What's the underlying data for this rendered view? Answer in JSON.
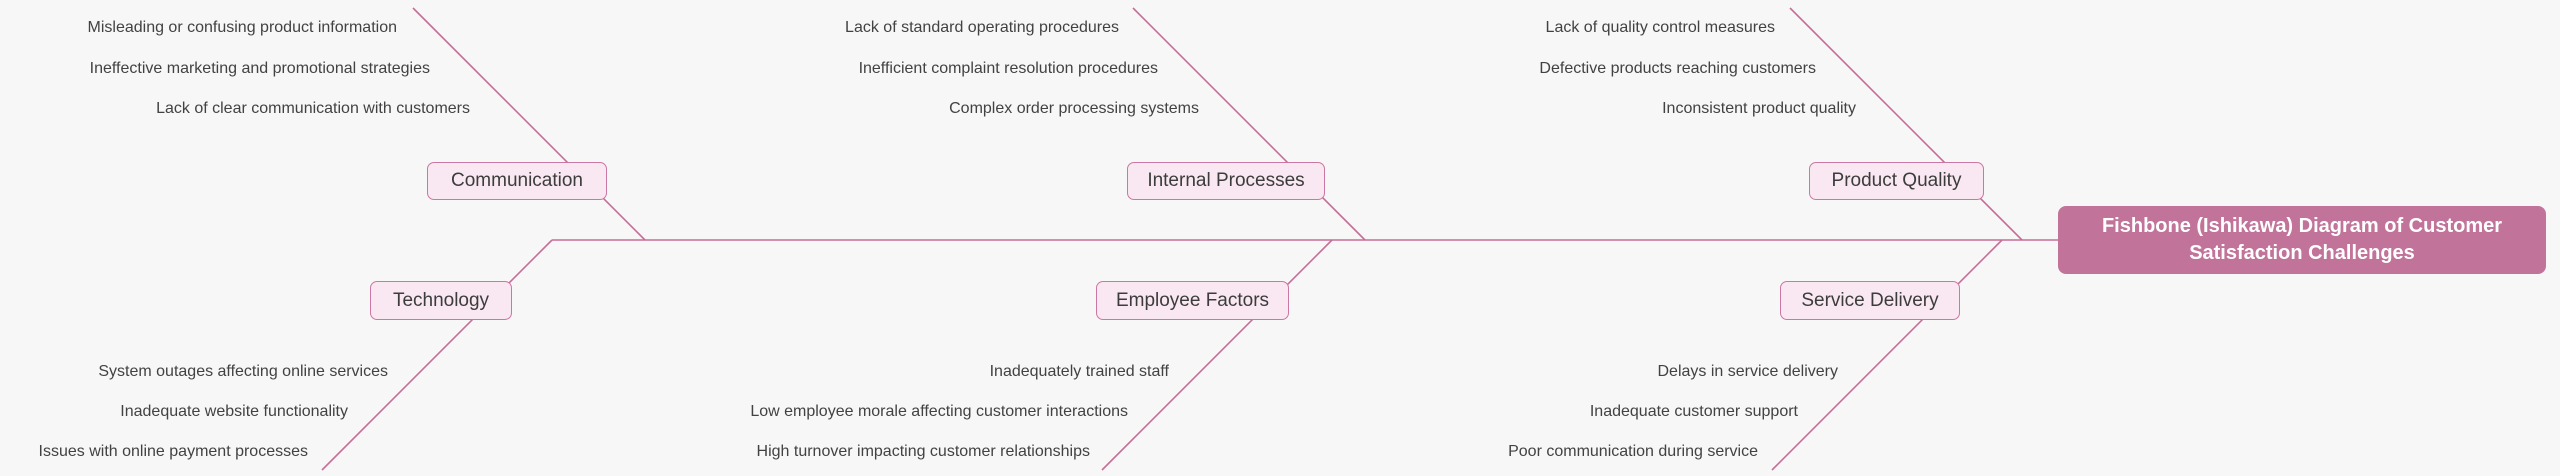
{
  "diagram": {
    "type": "fishbone-ishikawa",
    "title": "Fishbone (Ishikawa) Diagram of Customer Satisfaction Challenges",
    "groups": [
      {
        "label": "Communication",
        "position": "top-left",
        "causes": [
          "Misleading or confusing product information",
          "Ineffective marketing and promotional strategies",
          "Lack of clear communication with customers"
        ]
      },
      {
        "label": "Internal Processes",
        "position": "top-middle",
        "causes": [
          "Lack of standard operating procedures",
          "Inefficient complaint resolution procedures",
          "Complex order processing systems"
        ]
      },
      {
        "label": "Product Quality",
        "position": "top-right",
        "causes": [
          "Lack of quality control measures",
          "Defective products reaching customers",
          "Inconsistent product quality"
        ]
      },
      {
        "label": "Technology",
        "position": "bottom-left",
        "causes": [
          "System outages affecting online services",
          "Inadequate website functionality",
          "Issues with online payment processes"
        ]
      },
      {
        "label": "Employee Factors",
        "position": "bottom-middle",
        "causes": [
          "Inadequately trained staff",
          "Low employee morale affecting customer interactions",
          "High turnover impacting customer relationships"
        ]
      },
      {
        "label": "Service Delivery",
        "position": "bottom-right",
        "causes": [
          "Delays in service delivery",
          "Inadequate customer support",
          "Poor communication during service"
        ]
      }
    ]
  },
  "colors": {
    "background": "#f8f7f7",
    "line": "#c56f96",
    "category_fill": "#f9e8f2",
    "category_border": "#ca77a3",
    "category_text": "#3c3c3c",
    "cause_text": "#424242",
    "title_bg": "#c17399",
    "title_text": "#ffffff"
  }
}
